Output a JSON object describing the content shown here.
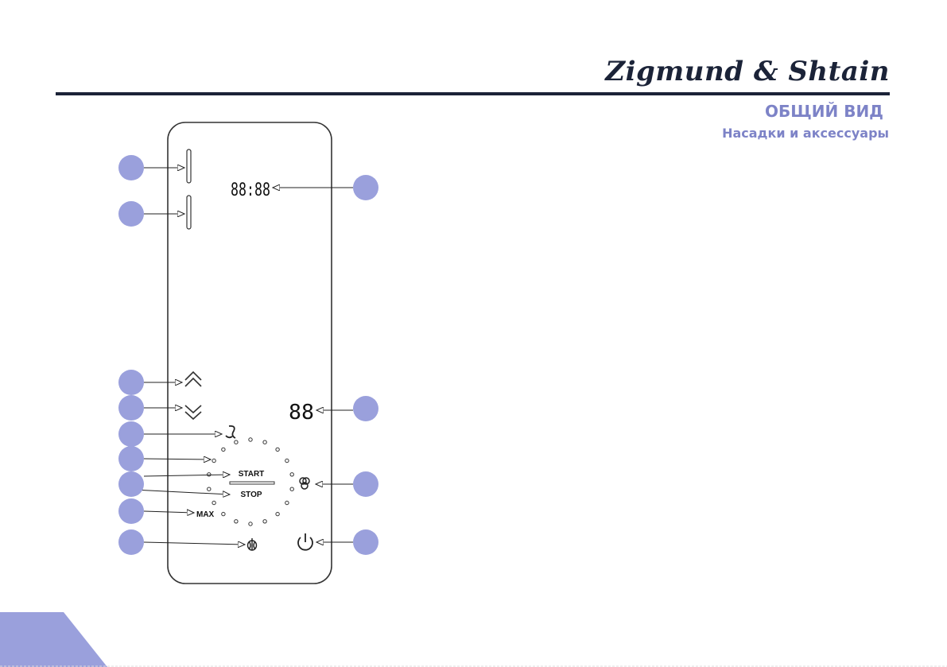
{
  "header": {
    "brand": "Zigmund & Shtain",
    "section_title": "ОБЩИЙ ВИД",
    "section_subtitle": "Насадки и аксессуары"
  },
  "panel": {
    "timer_display": "88:88",
    "level_display": "88",
    "start_label": "START",
    "stop_label": "STOP",
    "max_label": "MAX",
    "speed_dot_count": 18
  },
  "icons": {
    "up": "double-chevron-up-icon",
    "down": "double-chevron-down-icon",
    "hook": "dough-hook-icon",
    "whisk": "whisk-icon",
    "pretzel": "pretzel-icon",
    "power": "power-icon"
  },
  "colors": {
    "brand": "#1b2338",
    "accent": "#7d83c7",
    "callout": "#9aa0dc",
    "footer_tab": "#9aa0dc"
  }
}
